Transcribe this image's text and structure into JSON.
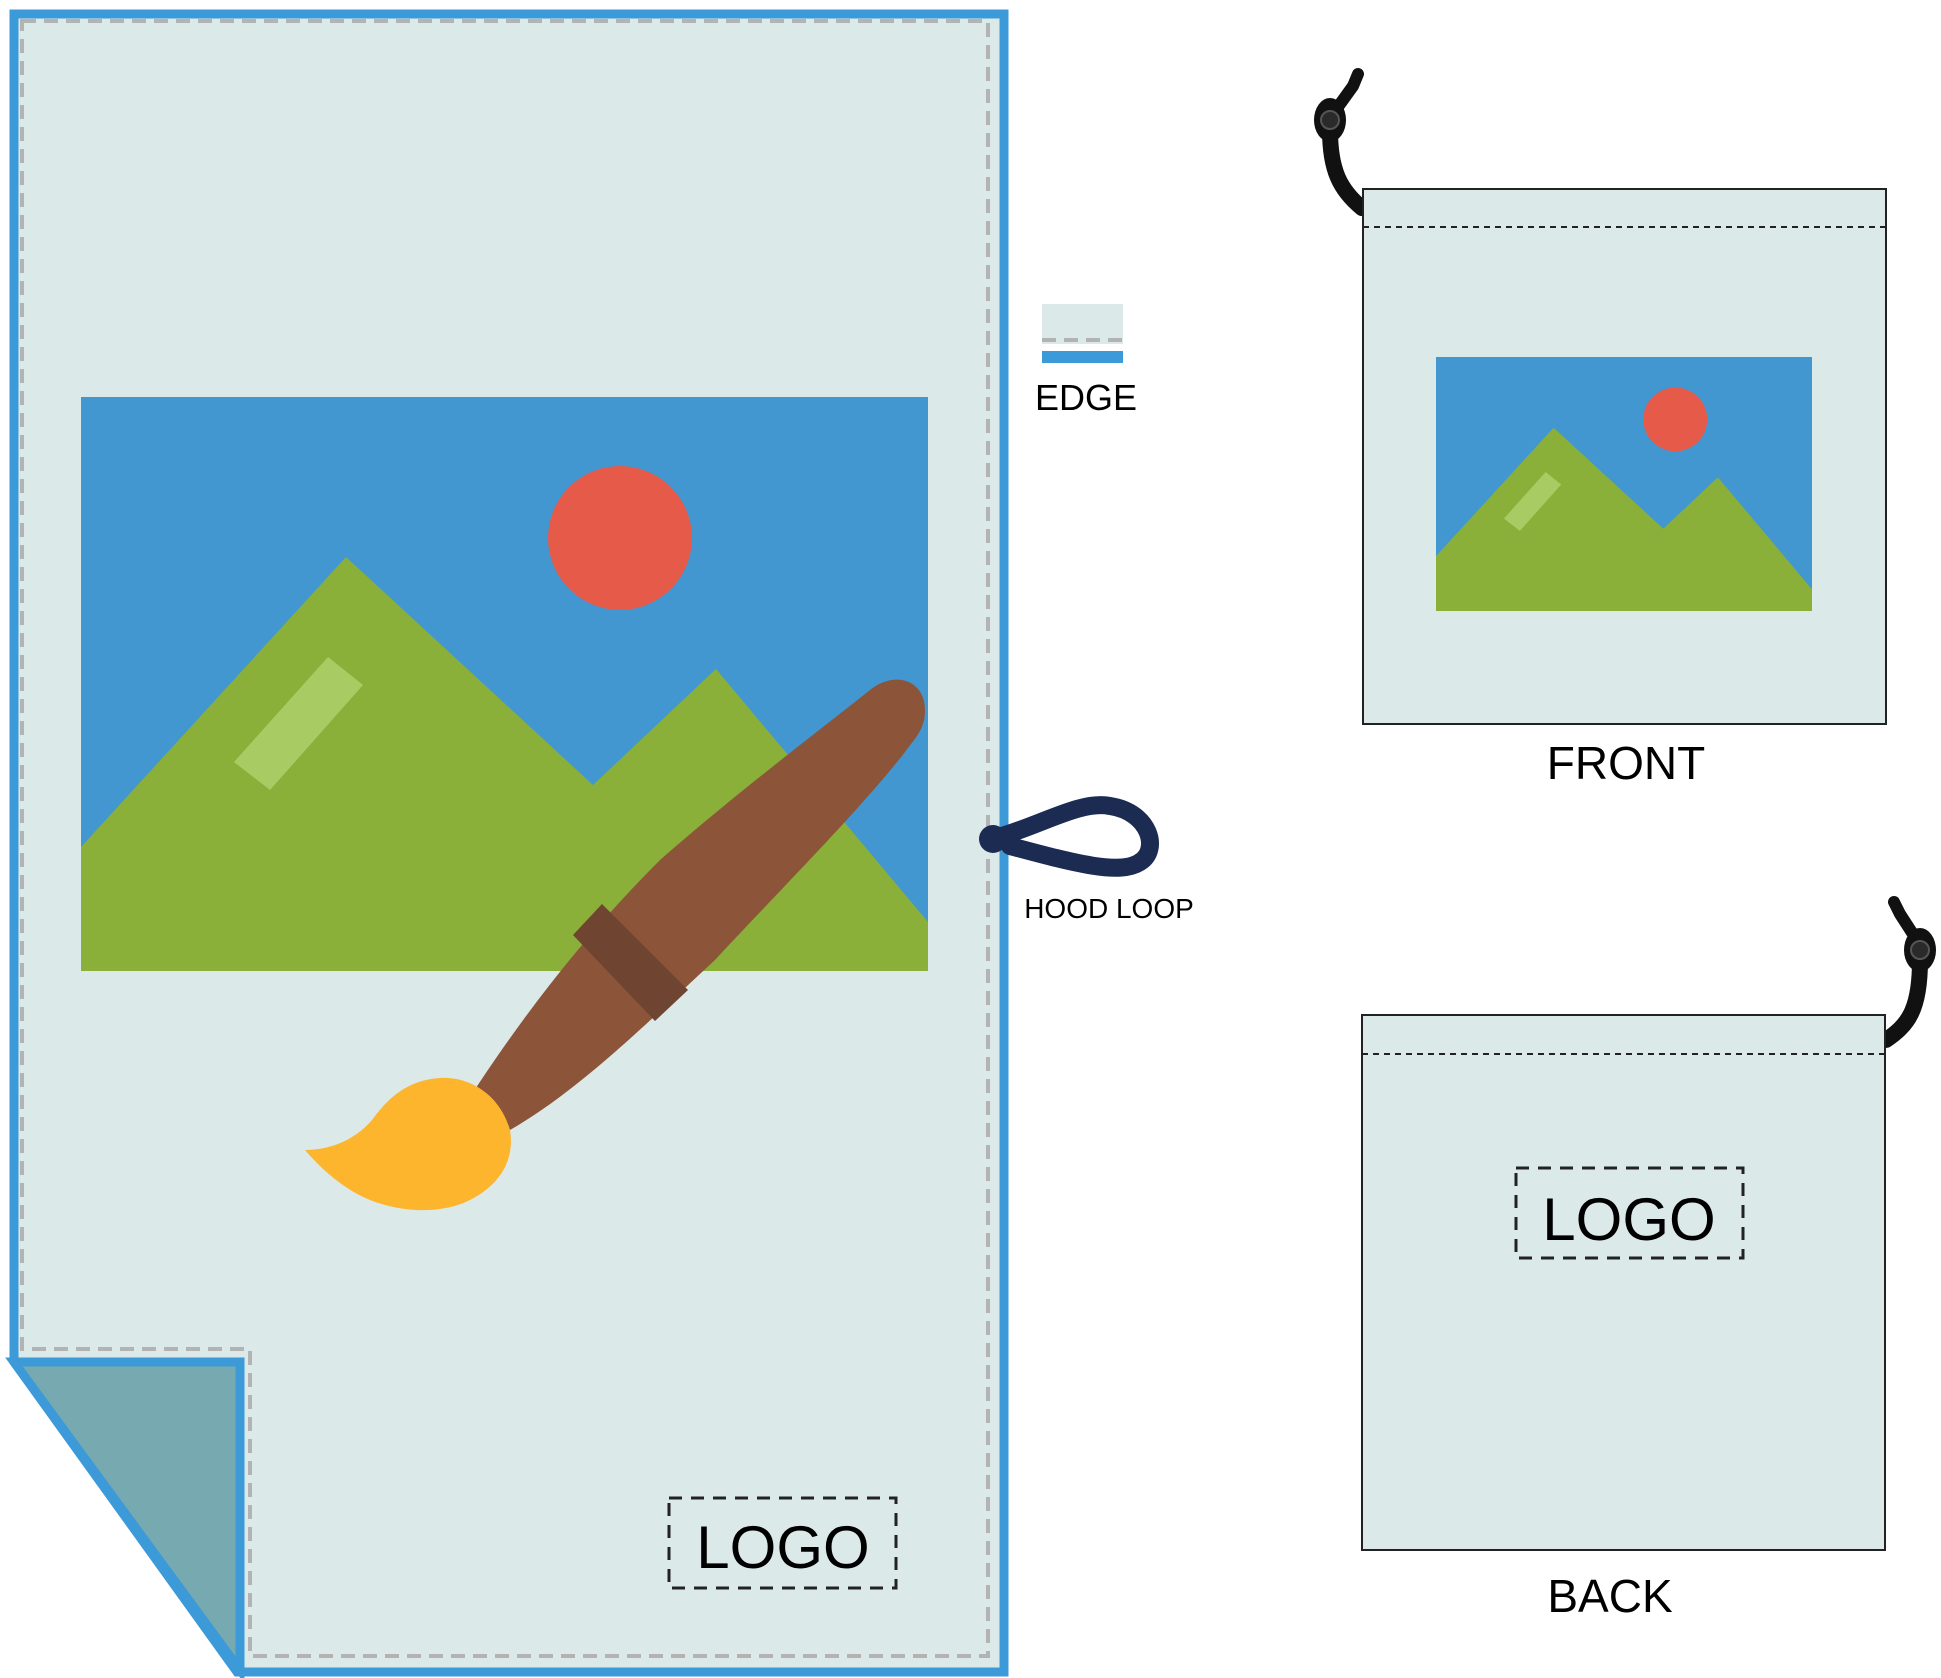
{
  "labels": {
    "edge": "EDGE",
    "hood_loop": "HOOD LOOP",
    "front": "FRONT",
    "back": "BACK",
    "towel_logo": "LOGO",
    "back_logo": "LOGO"
  },
  "colors": {
    "fabric": "#dce9e9",
    "edge_blue": "#3d9ad9",
    "folded_corner": "#76aab0",
    "stitch_gray": "#b3b3b3",
    "sky": "#4297d0",
    "mountain": "#8ab03a",
    "mountain_highlight": "#a8cc63",
    "sun": "#e65a4a",
    "brush_handle": "#8c553a",
    "brush_band": "#6f4430",
    "brush_tip": "#fdb52e",
    "hood_loop": "#1c2b52",
    "drawcord": "#111111"
  },
  "icons": {
    "artwork": "landscape-picture-icon",
    "brush": "paintbrush-icon",
    "hood_loop": "hood-loop-icon",
    "toggle": "cord-lock-icon"
  }
}
